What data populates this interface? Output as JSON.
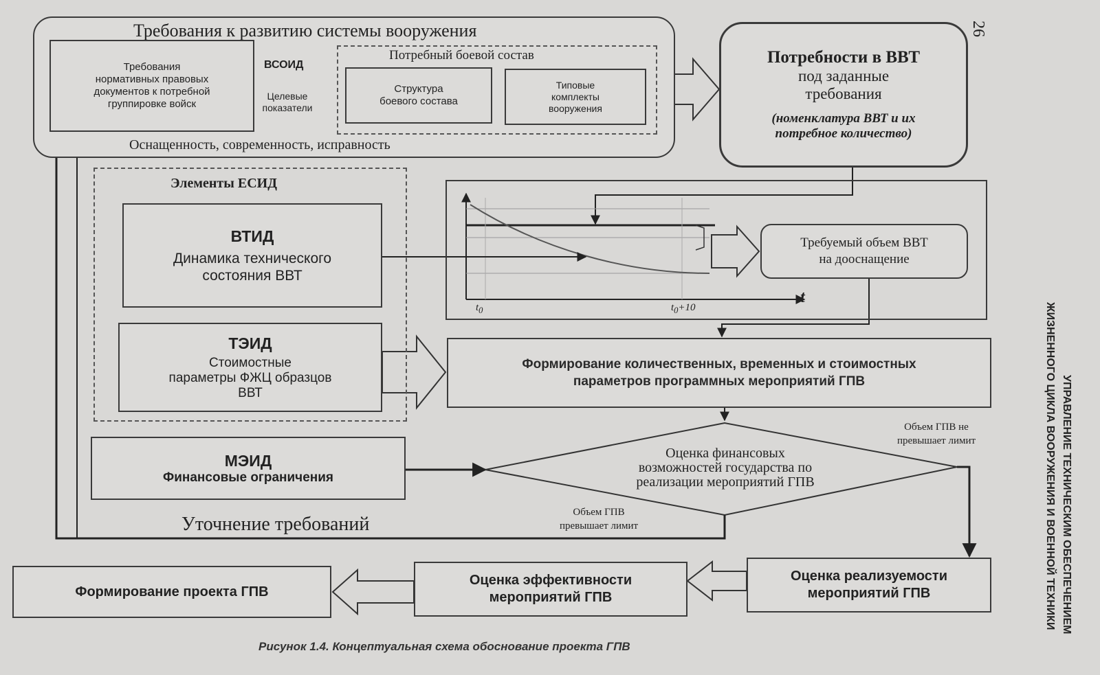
{
  "page_number": "26",
  "running_head": {
    "line1": "УПРАВЛЕНИЕ ТЕХНИЧЕСКИМ ОБЕСПЕЧЕНИЕМ",
    "line2": "ЖИЗНЕННОГО ЦИКЛА ВООРУЖЕНИЯ И ВОЕННОЙ ТЕХНИКИ"
  },
  "requirements": {
    "title": "Требования к развитию системы вооружения",
    "normative": [
      "Требования",
      "нормативных правовых",
      "документов к потребной",
      "группировке войск"
    ],
    "arrow_vsoid": "ВСОИД",
    "arrow_targets": [
      "Целевые",
      "показатели"
    ],
    "combat_title": "Потребный боевой состав",
    "structure": [
      "Структура",
      "боевого состава"
    ],
    "sets": [
      "Типовые",
      "комплекты",
      "вооружения"
    ],
    "bracket_label": "Оснащенность, современность, исправность"
  },
  "needs": {
    "title": "Потребности в ВВТ",
    "subtitle": [
      "под заданные",
      "требования"
    ],
    "note": [
      "(номенклатура ВВТ и их",
      "потребное количество)"
    ]
  },
  "esid": {
    "title": "Элементы ЕСИД",
    "vtid_code": "ВТИД",
    "vtid_text": [
      "Динамика технического",
      "состояния ВВТ"
    ],
    "teid_code": "ТЭИД",
    "teid_text": [
      "Стоимостные",
      "параметры ФЖЦ образцов",
      "ВВТ"
    ]
  },
  "graph": {
    "t0": "t",
    "t0_sub": "0",
    "t10": "t",
    "t10_sub": "0",
    "t10_suffix": "+10",
    "axis_t": "t"
  },
  "required_volume": [
    "Требуемый объем ВВТ",
    "на дооснащение"
  ],
  "forming": [
    "Формирование количественных, временных и стоимостных",
    "параметров программных мероприятий ГПВ"
  ],
  "meid": {
    "code": "МЭИД",
    "text": "Финансовые ограничения"
  },
  "diamond": [
    "Оценка финансовых",
    "возможностей государства по",
    "реализации мероприятий ГПВ"
  ],
  "label_not_exceeds": [
    "Объем ГПВ не",
    "превышает лимит"
  ],
  "label_exceeds": [
    "Объем ГПВ",
    "превышает лимит"
  ],
  "refine": "Уточнение требований",
  "bottom": {
    "forming_project": "Формирование проекта ГПВ",
    "efficiency": [
      "Оценка эффективности",
      "мероприятий ГПВ"
    ],
    "feasibility": [
      "Оценка реализуемости",
      "мероприятий ГПВ"
    ]
  },
  "caption": "Рисунок 1.4. Концептуальная схема обоснование проекта ГПВ"
}
